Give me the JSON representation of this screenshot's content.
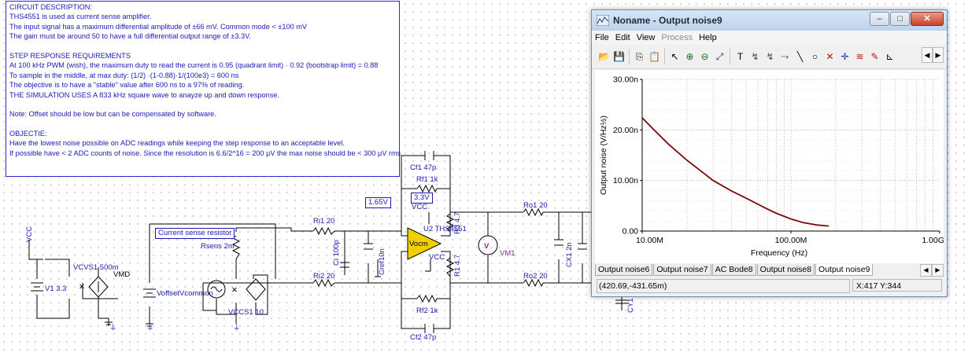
{
  "description": {
    "lines": [
      "CIRCUIT DESCRIPTION:",
      "THS4551 is used as current sense amplifier.",
      "The input signal has a maximum differential amplitude of ±66 mV. Common mode < ±100 mV",
      "The gain must be around 50 to have a full differential output range of ±3.3V.",
      "",
      "STEP RESPONSE REQUIREMENTS",
      "At 100 kHz PWM (wish), the maximum duty to read the current is 0.95 (quadrant limit)    · 0.92 (bootstrap limit) = 0.88",
      "To sample in the middle, at max duty: (1/2) ·(1-0.88)·1/(100e3) = 600 ns",
      "The objective is to have a \"stable\" value after 600 ns to a 97% of reading.",
      "   THE SIMULATION USES A 833 kHz square wave to anayze up and down response.",
      "",
      "Note: Offset should be low but can be compensated by software.",
      "",
      "OBJECTIE:",
      "Have the lowest noise possible on ADC readings while keeping the step response to an acceptable level.",
      "If possible have < 2 ADC counts of noise. Since the resolution is 6.6/2^16 = 200 µV the max noise should be < 300 µV rms"
    ]
  },
  "schematic": {
    "vcm_label": "1.65V",
    "vcc_label": "3.3V",
    "current_sense_label": "Current sense resistor",
    "labels": {
      "vcc1": "VCC",
      "vcvs": "VCVS1 500m",
      "vmd": "VMD",
      "v1": "V1 3.3",
      "voffset": "Voffset",
      "vcommon": "Vcommon",
      "vccs": "VCCS1 10",
      "rsens": "Rsens 2m",
      "ri1": "Ri1 20",
      "ri2": "Ri2 20",
      "ci": "Ci 100p",
      "cref": "Cref10n",
      "cf1": "Cf1 47p",
      "rf1": "Rf1 1k",
      "rf2": "Rf2 1k",
      "cf2": "Cf2 47p",
      "u2": "U2 THS4551",
      "vcc2": "VCC",
      "vcc3": "VCC",
      "r3": "R3 4.7",
      "r1": "R1 4.7",
      "ro1": "Ro1 20",
      "ro2": "Ro2 20",
      "cx1": "CX1 2n",
      "cy1": "CY1",
      "vm1": "VM1",
      "vm_glyph": "V",
      "v_glyph": "V"
    }
  },
  "window": {
    "title": "Noname - Output noise9",
    "buttons": {
      "minimize": "‒",
      "maximize": "□",
      "close": "✕"
    },
    "menu": [
      {
        "label": "File",
        "enabled": true
      },
      {
        "label": "Edit",
        "enabled": true
      },
      {
        "label": "View",
        "enabled": true
      },
      {
        "label": "Process",
        "enabled": false
      },
      {
        "label": "Help",
        "enabled": true
      }
    ],
    "toolbar_icons": [
      "open-icon",
      "save-icon",
      "copy-icon",
      "paste-icon",
      "pointer-icon",
      "zoom-in-icon",
      "zoom-out-icon",
      "zoom-extents-icon",
      "text-icon",
      "cursor-a-icon",
      "cursor-b-icon",
      "curve-label-icon",
      "line-icon",
      "circle-icon",
      "marker-icon",
      "cross-marker-icon",
      "wave-icon",
      "pen-icon",
      "arrow-icon"
    ],
    "toolbar_glyphs": [
      "📂",
      "💾",
      "⎘",
      "📋",
      "↖",
      "⊕",
      "⊖",
      "⤢",
      "T",
      "↯",
      "↯",
      "⤳",
      "╲",
      "○",
      "✕",
      "✛",
      "≋",
      "✎",
      "⊾"
    ],
    "scroll_left": "◀",
    "scroll_right": "▶",
    "tabs": [
      "Output noise6",
      "Output noise7",
      "AC Bode8",
      "Output noise8",
      "Output noise9"
    ],
    "active_tab": 4,
    "status_left": "(420.69,-431.65m)",
    "status_right": "X:417  Y:344"
  },
  "chart_data": {
    "type": "line",
    "xlabel": "Frequency (Hz)",
    "ylabel": "Output noise (V/Hz½)",
    "x_scale": "log",
    "xlim": [
      10000000,
      1000000000
    ],
    "ylim": [
      0,
      3e-08
    ],
    "x_ticks": [
      {
        "value": 10000000,
        "label": "10.00M"
      },
      {
        "value": 100000000,
        "label": "100.00M"
      },
      {
        "value": 1000000000,
        "label": "1.00G"
      }
    ],
    "y_ticks": [
      {
        "value": 0,
        "label": "0.00"
      },
      {
        "value": 1e-08,
        "label": "10.00n"
      },
      {
        "value": 2e-08,
        "label": "20.00n"
      },
      {
        "value": 3e-08,
        "label": "30.00n"
      }
    ],
    "grid": true,
    "series": [
      {
        "color": "#7a0a0a",
        "x": [
          10000000,
          12000000,
          15000000,
          20000000,
          25000000,
          30000000,
          40000000,
          50000000,
          60000000,
          70000000,
          80000000,
          100000000,
          120000000,
          150000000,
          180000000
        ],
        "y": [
          2.24e-08,
          2e-08,
          1.72e-08,
          1.4e-08,
          1.18e-08,
          1e-08,
          7.9e-09,
          6.5e-09,
          5.3e-09,
          4.3e-09,
          3.5e-09,
          2.4e-09,
          1.7e-09,
          1.2e-09,
          1e-09
        ]
      }
    ]
  }
}
